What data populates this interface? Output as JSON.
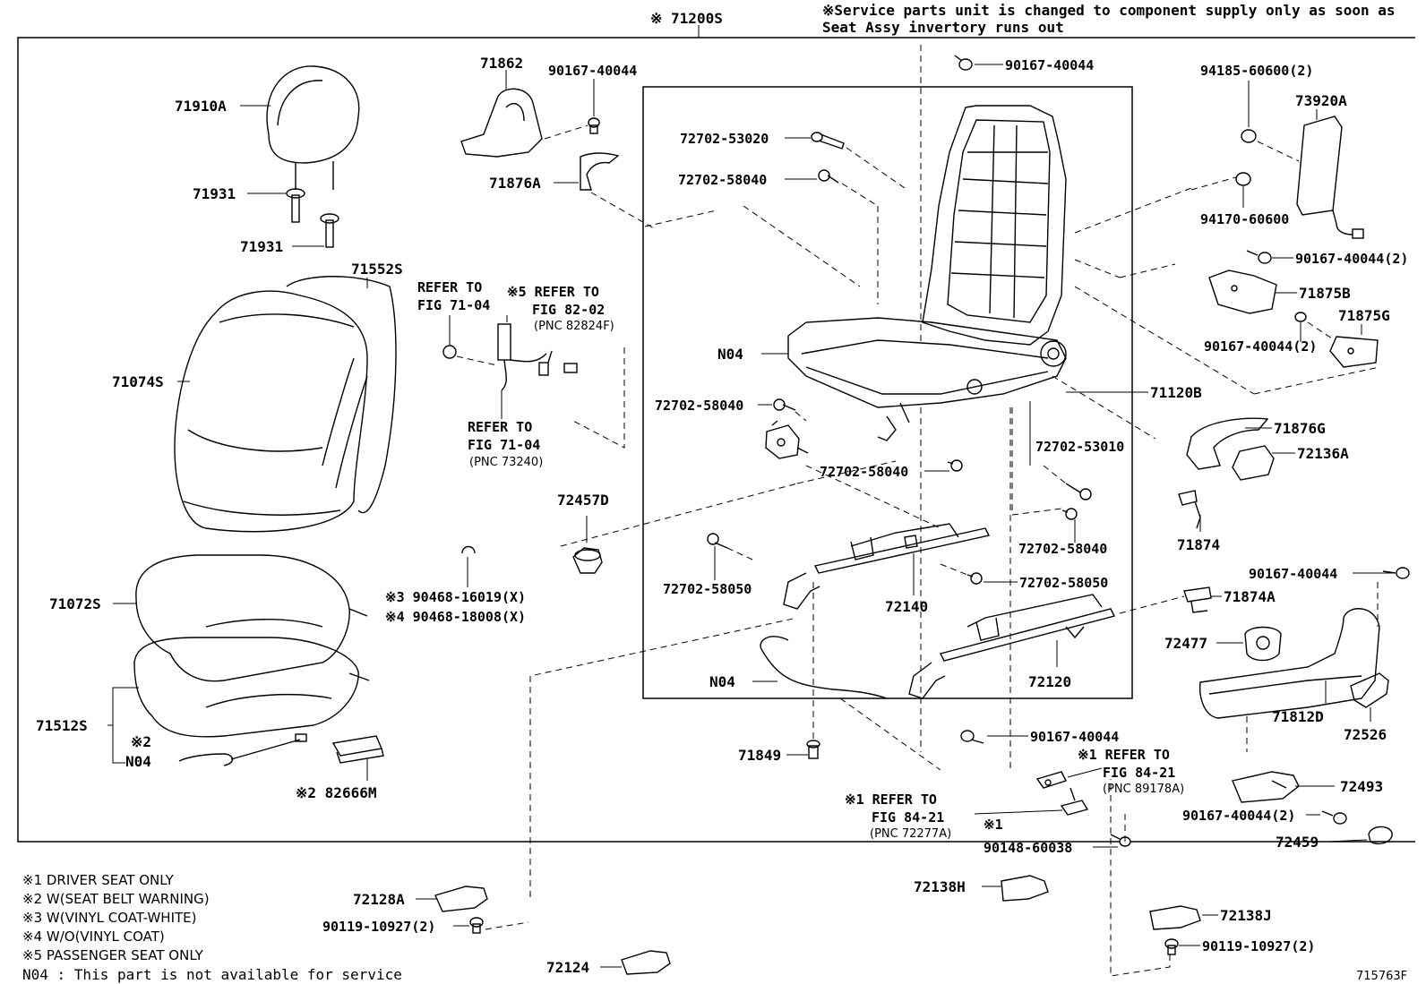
{
  "header": {
    "assembly": "※ 71200S",
    "notice_line1": "※Service parts unit is changed to component supply only as soon as",
    "notice_line2": "Seat Assy invertory runs out"
  },
  "labels": {
    "p71910A": "71910A",
    "p71931a": "71931",
    "p71931b": "71931",
    "p71552S": "71552S",
    "p71074S": "71074S",
    "p71072S": "71072S",
    "p71512S": "71512S",
    "n04a_mark": "※2",
    "n04a": "N04",
    "p82666M": "※2 82666M",
    "p71862": "71862",
    "p90167_a": "90167-40044",
    "p71876A": "71876A",
    "ref1_a": "REFER TO",
    "ref1_b": "FIG 71-04",
    "ref2_a": "※5 REFER TO",
    "ref2_b": "FIG 82-02",
    "ref2_pnc": "(PNC 82824F)",
    "ref3_a": "REFER TO",
    "ref3_b": "FIG 71-04",
    "ref3_pnc": "(PNC 73240)",
    "p72457D": "72457D",
    "p90468_3": "※3 90468-16019(X)",
    "p90468_4": "※4 90468-18008(X)",
    "p72702_53020": "72702-53020",
    "p72702_58040a": "72702-58040",
    "n04b": "N04",
    "p72702_58040b": "72702-58040",
    "p72702_58040c": "72702-58040",
    "p72702_53010": "72702-53010",
    "p72702_58040d": "72702-58040",
    "p72702_58050a": "72702-58050",
    "p72702_58050b": "72702-58050",
    "p72140": "72140",
    "p72120": "72120",
    "n04c": "N04",
    "p71849": "71849",
    "p90167_top": "90167-40044",
    "p90167_mid": "90167-40044",
    "ref4_a": "※1 REFER TO",
    "ref4_b": "FIG 84-21",
    "ref4_pnc": "(PNC 89178A)",
    "ref5_a": "※1 REFER TO",
    "ref5_b": "FIG 84-21",
    "ref5_pnc": "(PNC 72277A)",
    "p90148_mark": "※1",
    "p90148": "90148-60038",
    "p71120B": "71120B",
    "p94185": "94185-60600(2)",
    "p73920A": "73920A",
    "p94170": "94170-60600",
    "p90167_r1": "90167-40044(2)",
    "p71875B": "71875B",
    "p71875G": "71875G",
    "p90167_r2": "90167-40044(2)",
    "p71876G": "71876G",
    "p72136A": "72136A",
    "p71874": "71874",
    "p90167_r3": "90167-40044",
    "p71874A": "71874A",
    "p72477": "72477",
    "p71812D": "71812D",
    "p72526": "72526",
    "p72493": "72493",
    "p90167_r4": "90167-40044(2)",
    "p72459": "72459",
    "p72128A": "72128A",
    "p90119_a": "90119-10927(2)",
    "p72124": "72124",
    "p72138H": "72138H",
    "p72138J": "72138J",
    "p90119_b": "90119-10927(2)"
  },
  "footnotes": [
    "※1 DRIVER SEAT ONLY",
    "※2 W(SEAT BELT WARNING)",
    "※3 W(VINYL COAT-WHITE)",
    "※4 W/O(VINYL COAT)",
    "※5 PASSENGER SEAT ONLY"
  ],
  "n04_note": "N04 : This part is not available for service",
  "figure_id": "715763F"
}
